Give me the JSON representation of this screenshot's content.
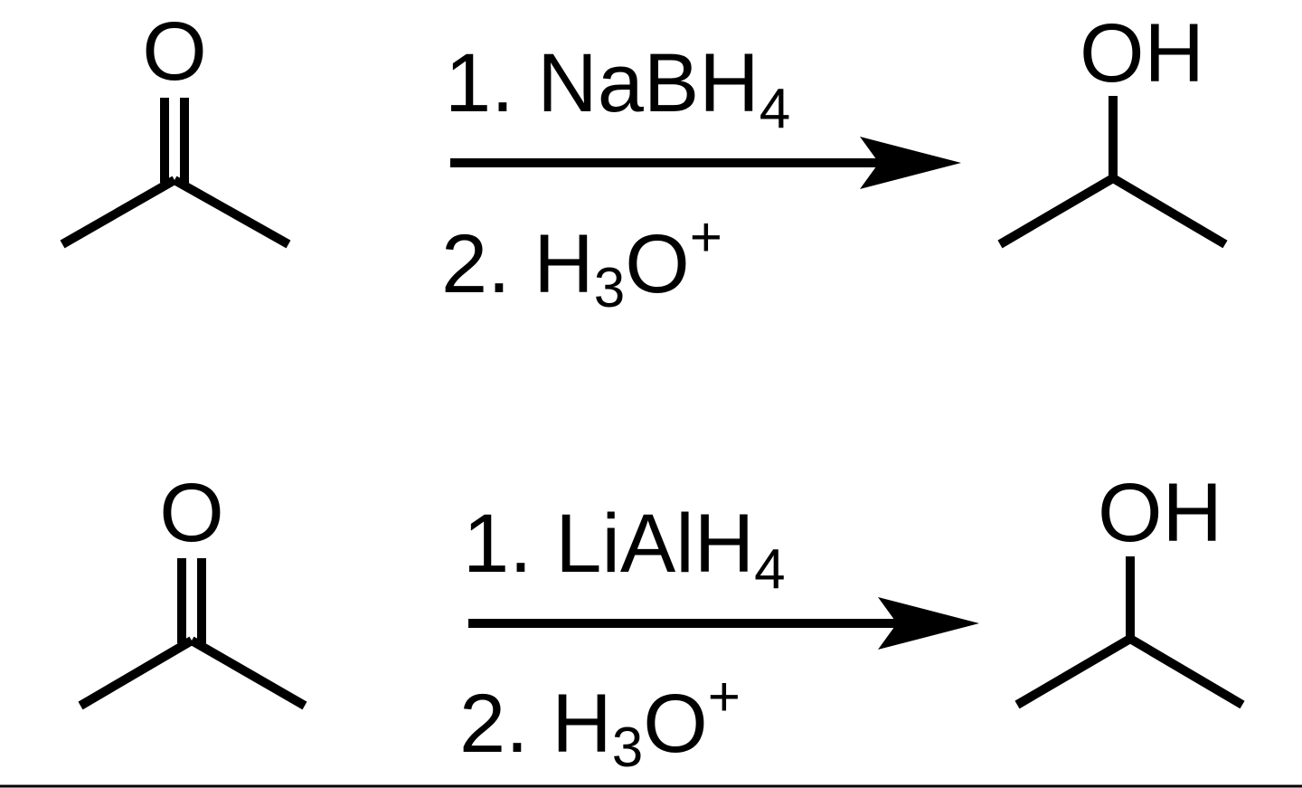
{
  "reactions": [
    {
      "reactant": {
        "carbonyl_label": "O"
      },
      "reagents": {
        "step1_prefix": "1. ",
        "step1_main": "NaBH",
        "step1_sub": "4",
        "step2_prefix": "2. H",
        "step2_sub": "3",
        "step2_mid": "O",
        "step2_sup": "+"
      },
      "product": {
        "hydroxyl_label": "OH"
      }
    },
    {
      "reactant": {
        "carbonyl_label": "O"
      },
      "reagents": {
        "step1_prefix": "1. ",
        "step1_main": "LiAlH",
        "step1_sub": "4",
        "step2_prefix": "2. H",
        "step2_sub": "3",
        "step2_mid": "O",
        "step2_sup": "+"
      },
      "product": {
        "hydroxyl_label": "OH"
      }
    }
  ]
}
